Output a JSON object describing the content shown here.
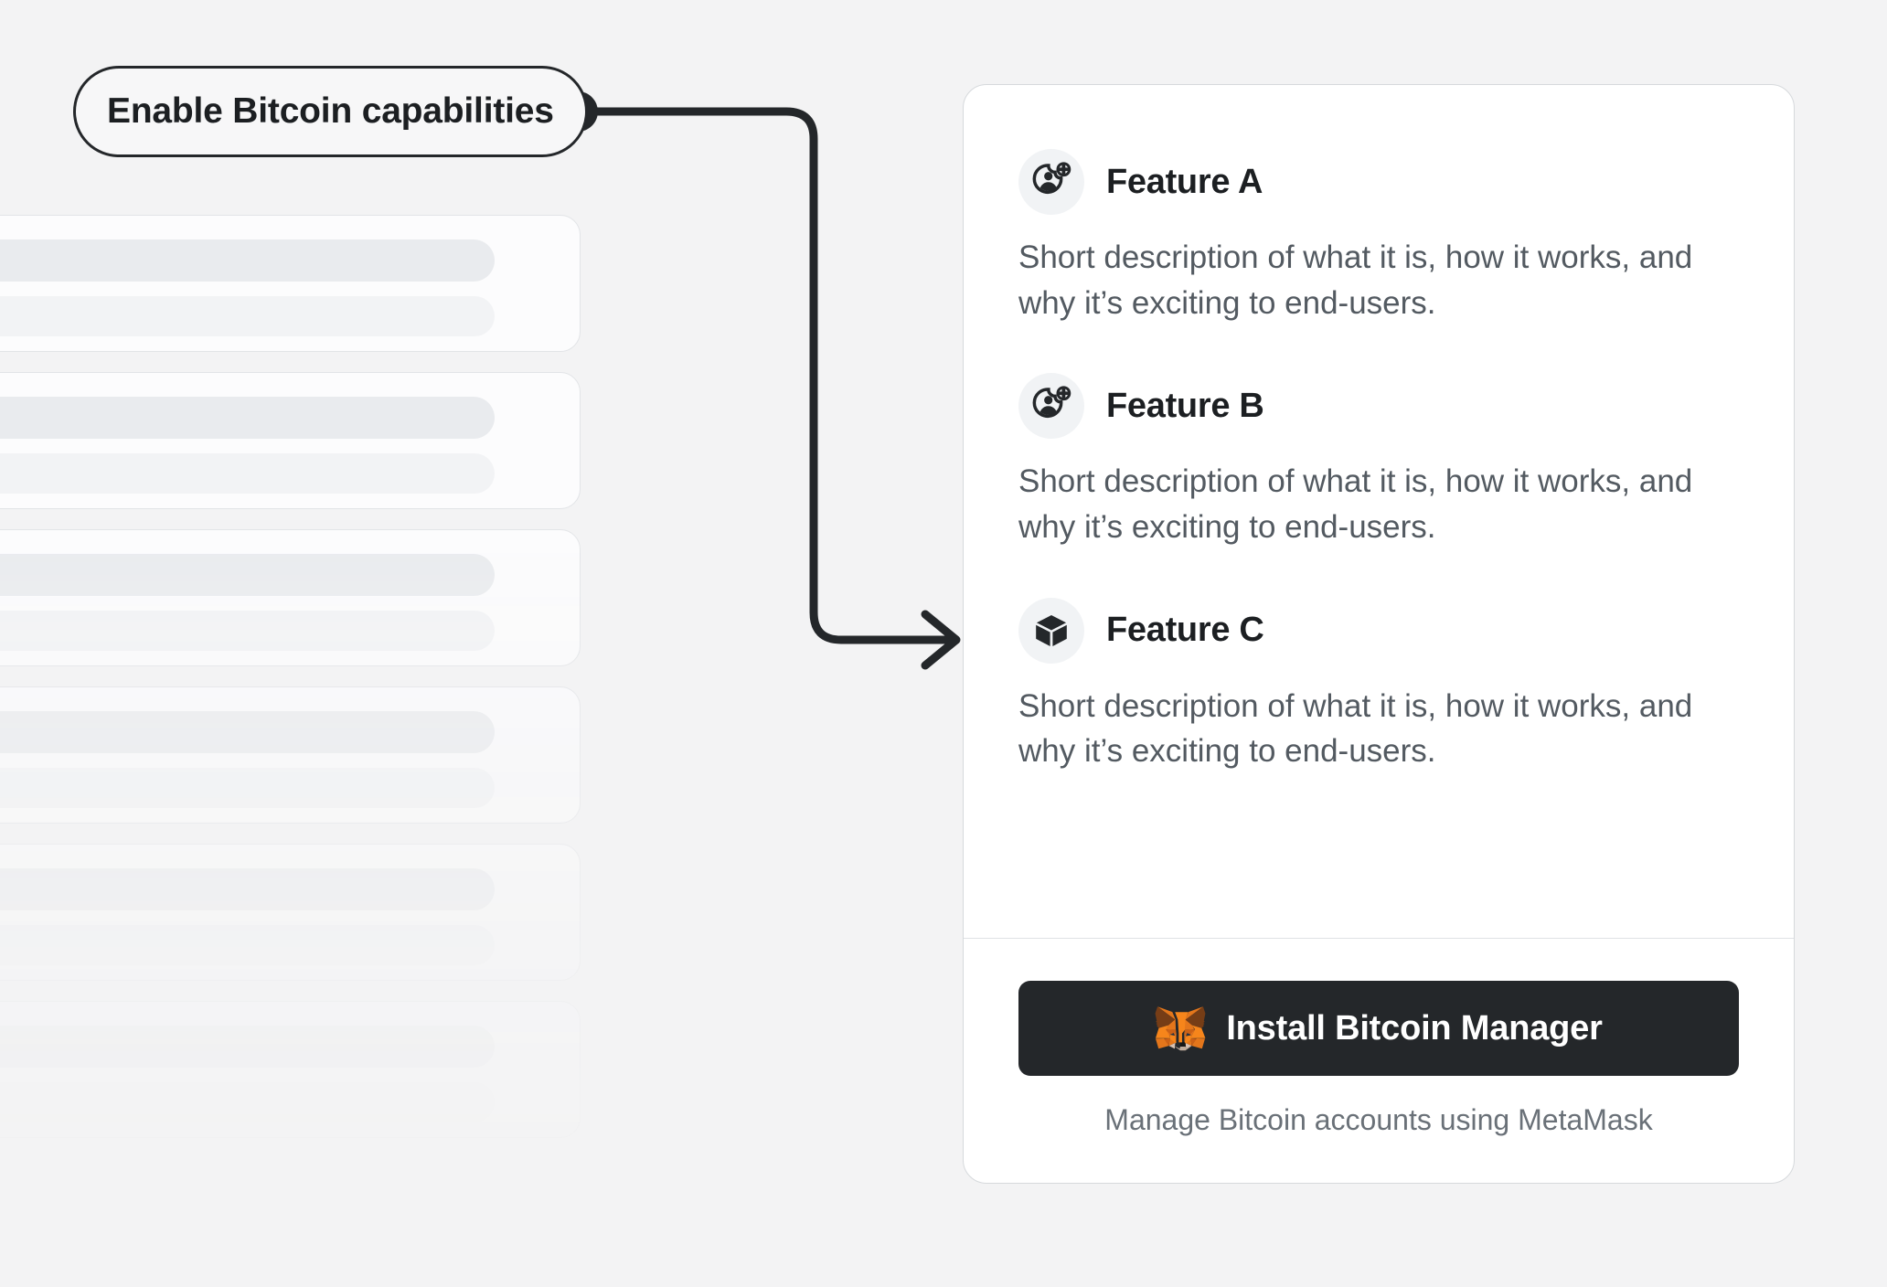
{
  "theme": {
    "background": "#F3F3F4",
    "card_background": "#FFFFFF",
    "card_border": "#D6D9DC",
    "text_primary": "#1C1F22",
    "text_secondary": "#535A61",
    "text_muted": "#6A7178",
    "button_background": "#24272A",
    "button_text": "#FFFFFF",
    "connector": "#24272A",
    "icon_badge_background": "#F1F3F5",
    "metamask_orange": "#E17726",
    "metamask_orange_light": "#E88F35",
    "metamask_brown": "#8E5A30",
    "metamask_cream": "#E4D7CD"
  },
  "callout": {
    "label": "Enable Bitcoin capabilities",
    "anchor_dot": "connector-dot"
  },
  "card": {
    "features": [
      {
        "icon": "user-plus-icon",
        "title": "Feature A",
        "description": "Short description of what it is, how it works, and why it’s exciting to end-users."
      },
      {
        "icon": "user-plus-icon",
        "title": "Feature B",
        "description": "Short description of what it is, how it works, and why it’s exciting to end-users."
      },
      {
        "icon": "cube-icon",
        "title": "Feature C",
        "description": "Short description of what it is, how it works, and why it’s exciting to end-users."
      }
    ],
    "footer": {
      "button_icon": "metamask-fox-icon",
      "button_label": "Install Bitcoin Manager",
      "caption": "Manage Bitcoin accounts using MetaMask"
    }
  },
  "skeleton": {
    "card_count": 6,
    "bars_per_card": 2
  }
}
